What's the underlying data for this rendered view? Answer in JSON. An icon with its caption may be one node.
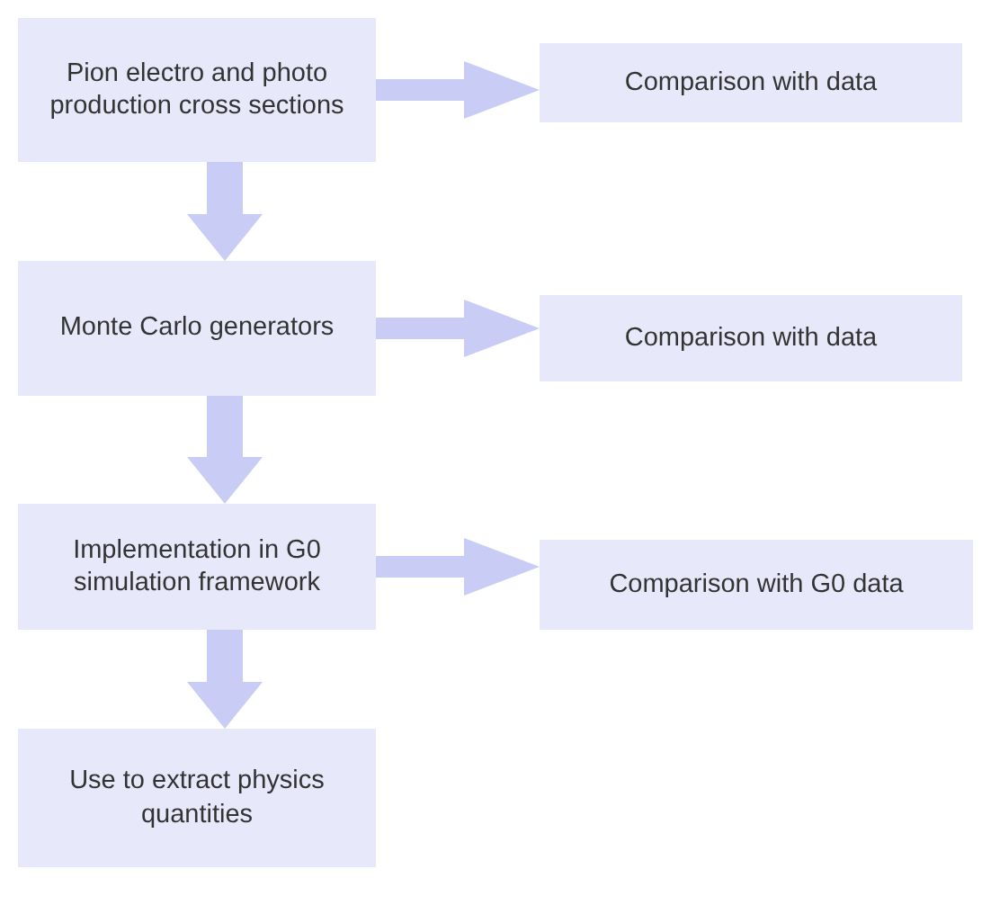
{
  "diagram": {
    "nodes": [
      {
        "text": [
          "Pion electro and photo production cross sections"
        ]
      },
      {
        "text": [
          "Comparison with data"
        ]
      },
      {
        "text": [
          "Monte Carlo generators"
        ]
      },
      {
        "text": [
          "Comparison with data"
        ]
      },
      {
        "text": [
          "Implementation in G0 simulation framework"
        ]
      },
      {
        "text": [
          "Comparison with G0 data"
        ]
      },
      {
        "text": [
          "Use to extract physics quantities"
        ]
      }
    ],
    "edges": [
      {
        "from": 0,
        "to": 1,
        "arrow": "to"
      },
      {
        "from": 0,
        "to": 2,
        "arrow": "to"
      },
      {
        "from": 2,
        "to": 3,
        "arrow": "to"
      },
      {
        "from": 2,
        "to": 4,
        "arrow": "to"
      },
      {
        "from": 4,
        "to": 5,
        "arrow": "to"
      },
      {
        "from": 4,
        "to": 6,
        "arrow": "to"
      }
    ]
  }
}
